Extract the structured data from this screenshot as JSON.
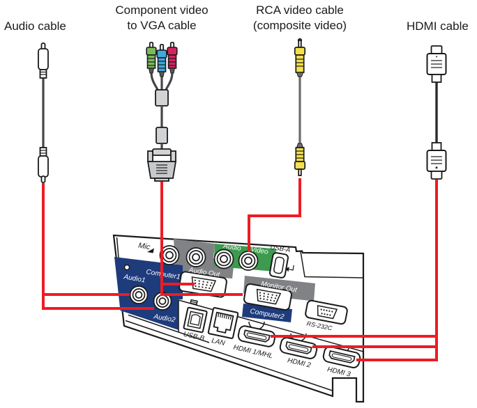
{
  "captions": {
    "audio": "Audio cable",
    "component_line1": "Component video",
    "component_line2": "to VGA cable",
    "rca_line1": "RCA video cable",
    "rca_line2": "(composite video)",
    "hdmi": "HDMI cable"
  },
  "panel": {
    "labels": {
      "mic": "Mic",
      "audio_out": "Audio Out",
      "audio": "Audio",
      "video": "Video",
      "usb_a": "USB-A",
      "computer1": "Computer1",
      "audio1": "Audio1",
      "audio2": "Audio2",
      "monitor_out": "Monitor Out",
      "computer2": "Computer2",
      "rs232c": "RS-232C",
      "usb_b": "USB-B",
      "lan": "LAN",
      "hdmi1": "HDMI 1/MHL",
      "hdmi2": "HDMI 2",
      "hdmi3": "HDMI 3"
    }
  },
  "colors": {
    "connector_line": "#ED1C24",
    "panel_blue": "#1E3B7C",
    "band_grey": "#808285",
    "band_green": "#3D9A4E",
    "rca_yellow": "#F5E04B",
    "component_green": "#7CBB5B",
    "component_blue": "#3FA9DC",
    "component_red": "#D6245F",
    "connector_grey": "#D2D3D5",
    "outline": "#1A1A1A"
  }
}
